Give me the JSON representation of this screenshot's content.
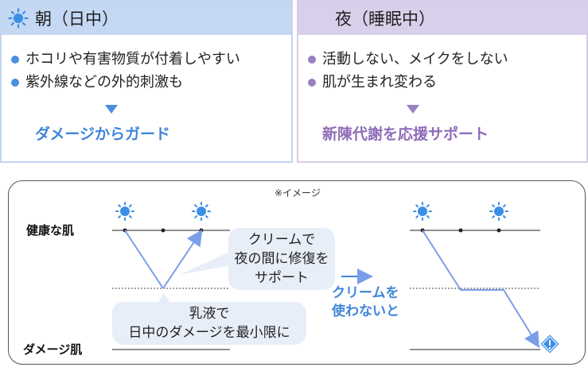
{
  "day": {
    "title": "朝（日中）",
    "bullets": [
      "ホコリや有害物質が付着しやすい",
      "紫外線などの外的刺激も"
    ],
    "result": "ダメージからガード"
  },
  "night": {
    "title": "夜（睡眠中）",
    "bullets": [
      "活動しない、メイクをしない",
      "肌が生まれ変わる"
    ],
    "result": "新陳代謝を応援サポート"
  },
  "diagram": {
    "note": "※イメージ",
    "healthy_label": "健康な肌",
    "damage_label": "ダメージ肌",
    "cream_bubble": [
      "クリームで",
      "夜の間に修復を",
      "サポート"
    ],
    "lotion_bubble": [
      "乳液で",
      "日中のダメージを最小限に"
    ],
    "compare_label": [
      "クリームを",
      "使わないと"
    ]
  },
  "colors": {
    "day_accent": "#4a8fe0",
    "night_accent": "#9a7fc1",
    "sun": "#3a8fe6",
    "moon": "#8a5bbd",
    "line": "#7a9ee8",
    "bubble": "#e8eef8"
  }
}
